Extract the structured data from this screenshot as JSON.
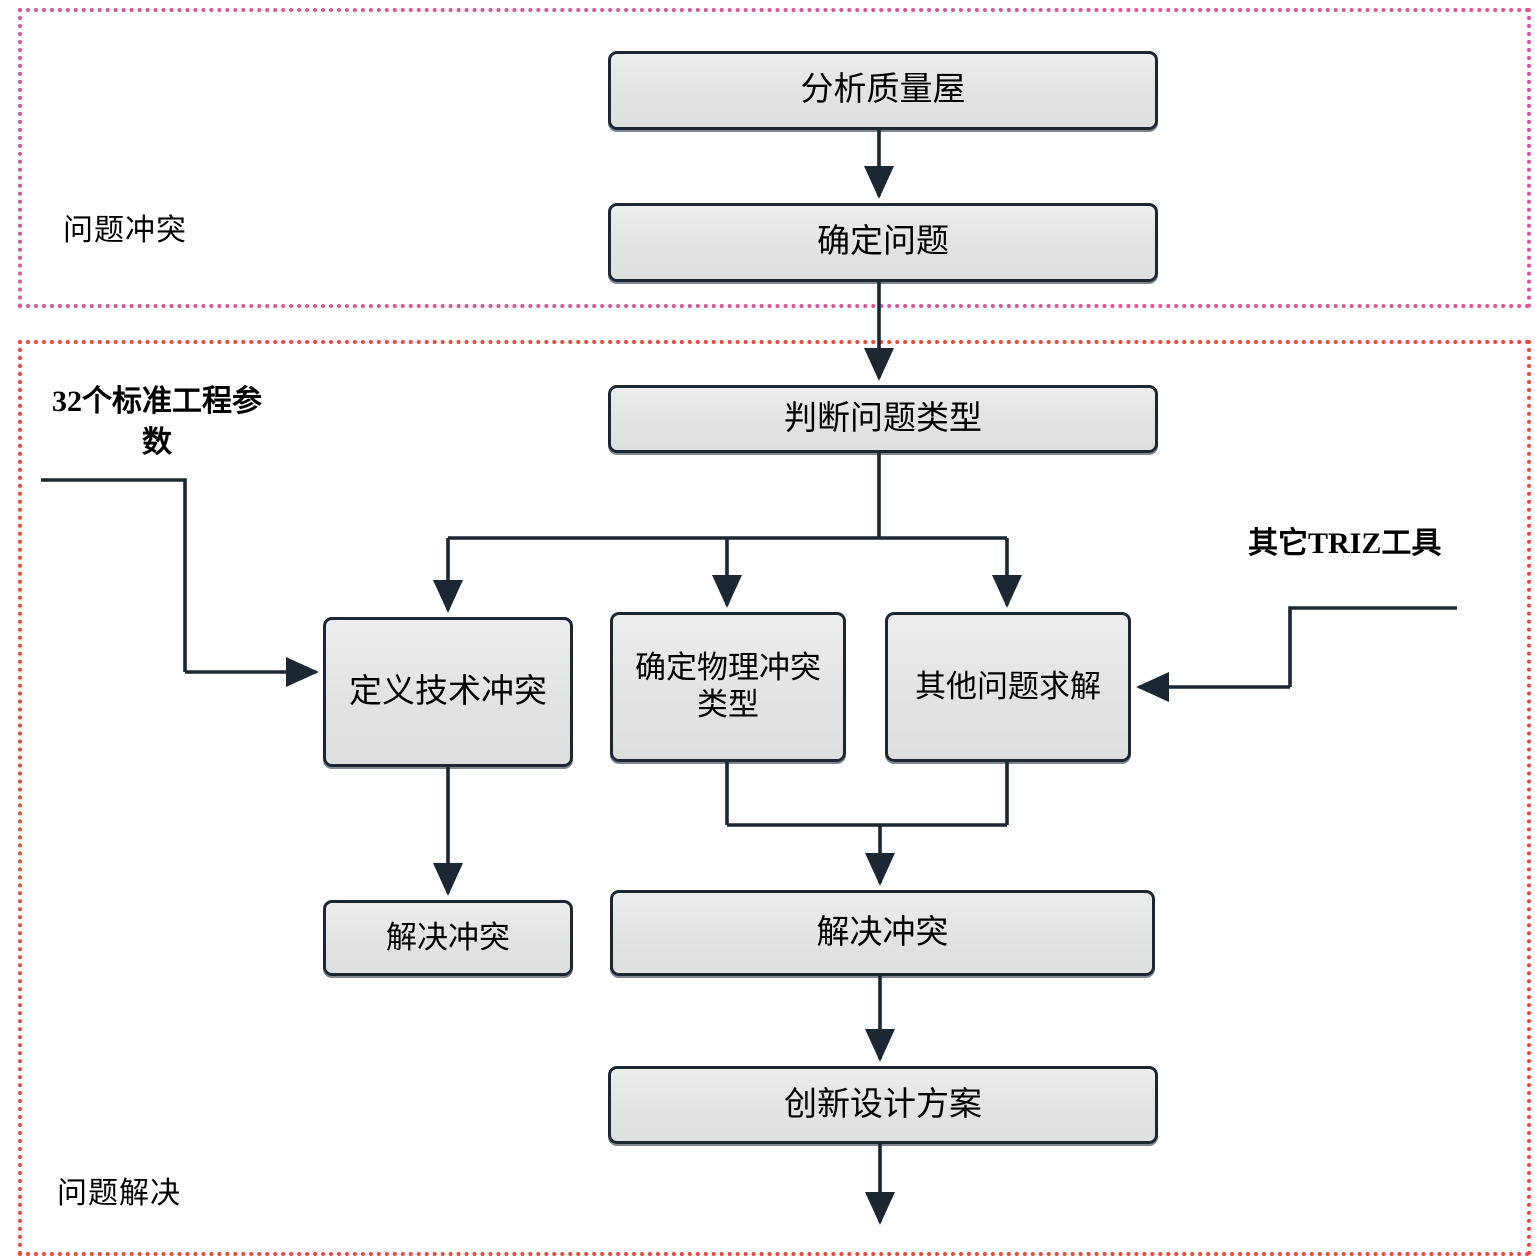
{
  "diagram": {
    "title_regions": {
      "problem_label": "问题冲突",
      "solution_label": "问题解决"
    },
    "annotations": {
      "standard_parameters": "32个标准工程参数",
      "other_triz_tools": "其它TRIZ工具"
    },
    "nodes": [
      {
        "id": "hoq",
        "label": "分析质量屋"
      },
      {
        "id": "define",
        "label": "确定问题"
      },
      {
        "id": "type",
        "label": "判断问题类型"
      },
      {
        "id": "tech",
        "label": "定义技术冲突"
      },
      {
        "id": "phys",
        "label": "确定物理冲突类型"
      },
      {
        "id": "other",
        "label": "其他问题求解"
      },
      {
        "id": "resolve1",
        "label": "解决冲突"
      },
      {
        "id": "resolve2",
        "label": "解决冲突"
      },
      {
        "id": "plan",
        "label": "创新设计方案"
      }
    ],
    "colors": {
      "node_fill": "#e4e5e5",
      "node_border": "#1c2733",
      "region_problem_border": "#d9559b",
      "region_solution_border": "#e8493c",
      "connector": "#1c2733",
      "background": "#ffffff"
    }
  }
}
